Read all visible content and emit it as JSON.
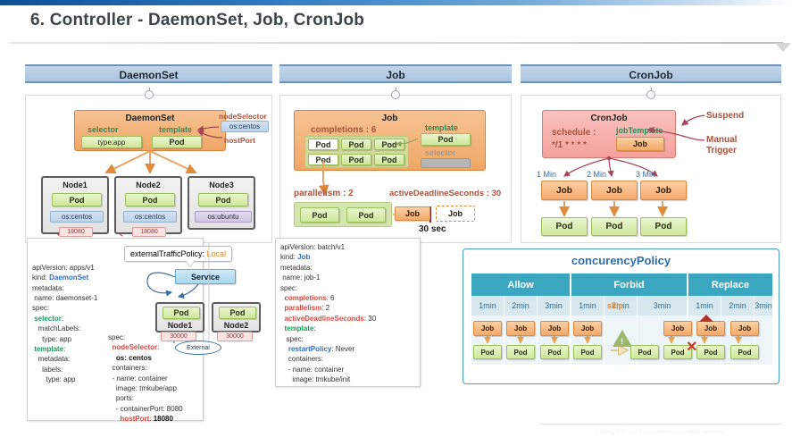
{
  "slide": {
    "title": "6. Controller - DaemonSet, Job, CronJob",
    "footer": "Copyright ⓒ 2019 by kubeworm All rights reserved."
  },
  "panels": {
    "daemonset": {
      "header": "DaemonSet"
    },
    "job": {
      "header": "Job"
    },
    "cronjob": {
      "header": "CronJob"
    }
  },
  "daemonset_diagram": {
    "box_title": "DaemonSet",
    "selector_label": "selector",
    "selector_value": "type:app",
    "template_label": "template",
    "template_pod": "Pod",
    "node_selector_label": "nodeSelector",
    "node_selector_value": "os:centos",
    "host_port_label": "hostPort",
    "nodes": [
      {
        "name": "Node1",
        "pod": "Pod",
        "os": "os:centos",
        "port": "18080",
        "os_kind": "centos"
      },
      {
        "name": "Node2",
        "pod": "Pod",
        "os": "os:centos",
        "port": "18080",
        "os_kind": "centos"
      },
      {
        "name": "Node3",
        "pod": "Pod",
        "os": "os:ubuntu",
        "port": "",
        "os_kind": "ubuntu"
      }
    ]
  },
  "job_diagram": {
    "box_title": "Job",
    "completions_label": "completions : 6",
    "template_label": "template",
    "template_pod": "Pod",
    "selector_label": "selector",
    "pods_grid": [
      "Pod",
      "Pod",
      "Pod",
      "Pod",
      "Pod",
      "Pod"
    ],
    "parallelism_label": "parallelism : 2",
    "parallel_pods": [
      "Pod",
      "Pod"
    ],
    "deadline_label": "activeDeadlineSeconds : 30",
    "deadline_job_start": "Job",
    "deadline_job_end": "Job",
    "deadline_time": "30 sec"
  },
  "cronjob_diagram": {
    "box_title": "CronJob",
    "schedule_label": "schedule :",
    "schedule_value": "*/1 * * * *",
    "job_template_label": "jobTemplate",
    "job_template_box": "Job",
    "suspend_label": "Suspend",
    "manual_trigger_label": "Manual\nTrigger",
    "runs": [
      {
        "time": "1 Min",
        "job": "Job",
        "pod": "Pod"
      },
      {
        "time": "2 Min",
        "job": "Job",
        "pod": "Pod"
      },
      {
        "time": "3 Min",
        "job": "Job",
        "pod": "Pod"
      }
    ]
  },
  "daemonset_yaml": {
    "lines": [
      "apiVersion: apps/v1",
      "kind: DaemonSet",
      "metadata:",
      " name: daemonset-1",
      "spec:",
      " selector:",
      "   matchLabels:",
      "     type: app",
      " template:",
      "   metadata:",
      "     labels:",
      "       type: app"
    ],
    "right_lines": [
      "spec:",
      "  nodeSelector:",
      "    os: centos",
      "  containers:",
      "  - name: container",
      "    image: tmkube/app",
      "    ports:",
      "    - containerPort: 8080",
      "      hostPort: 18080"
    ],
    "callout": "externalTrafficPolicy:",
    "callout_value": "Local",
    "service": "Service",
    "external": "External",
    "nodes": [
      {
        "name": "Node1",
        "pod": "Pod",
        "port": "30000"
      },
      {
        "name": "Node2",
        "pod": "Pod",
        "port": "30000"
      }
    ]
  },
  "job_yaml": {
    "lines": [
      "apiVersion: batch/v1",
      "kind: Job",
      "metadata:",
      " name: job-1",
      "spec:",
      "  completions: 6",
      "  parallelism: 2",
      "  activeDeadlineSeconds: 30",
      "  template:",
      "   spec:",
      "    restartPolicy: Never",
      "    containers:",
      "    - name: container",
      "      image: tmkube/init"
    ]
  },
  "concurrency": {
    "title": "concurencyPolicy",
    "headers": [
      "Allow",
      "Forbid",
      "Replace"
    ],
    "subheaders": [
      "1min",
      "2min",
      "3min",
      "1min",
      "2min",
      "3min",
      "1min",
      "2min",
      "3min"
    ],
    "skip_label": "skip",
    "job_label": "Job",
    "pod_label": "Pod",
    "colors": {
      "header_bg": "#3aa6bf",
      "sub_bg": "#d9e8ef",
      "body_bg": "#eef5f8",
      "border": "#4b9fc4",
      "title": "#2f6ea8"
    }
  },
  "theme": {
    "accent_blue": "#2f7bc4",
    "pod_green": "#cfe79a",
    "job_orange": "#f4a96b",
    "cronjob_red": "#f4a19c",
    "daemonset_orange": "#f0a767"
  }
}
